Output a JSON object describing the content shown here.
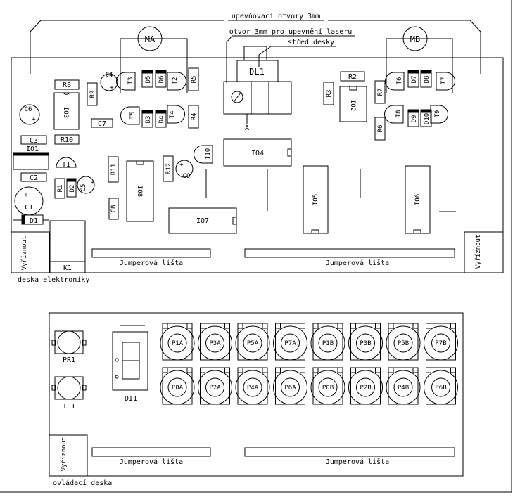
{
  "annotations": {
    "mount_holes": "upevňovací otvory 3mm",
    "laser_hole": "otvor 3mm pro upevnění laseru",
    "board_center": "střed desky",
    "electronics_board": "deska elektroniky",
    "control_board": "ovládací deska"
  },
  "motors": {
    "ma": "MA",
    "mb": "MB"
  },
  "cutout": "Vyříznout",
  "jumper_strip": "Jumperová lišta",
  "electronics": {
    "resistors": [
      "R1",
      "R2",
      "R3",
      "R4",
      "R5",
      "R6",
      "R7",
      "R8",
      "R9",
      "R10",
      "R11",
      "R12"
    ],
    "capacitors": [
      "C1",
      "C2",
      "C3",
      "C4",
      "C5",
      "C6",
      "C7",
      "C8",
      "C9"
    ],
    "diodes": [
      "D1",
      "D2",
      "D3",
      "D4",
      "D5",
      "D6",
      "D7",
      "D8",
      "D9",
      "D10"
    ],
    "transistors": [
      "T1",
      "T2",
      "T3",
      "T4",
      "T5",
      "T6",
      "T7",
      "T8",
      "T9",
      "T10"
    ],
    "ics": [
      "IO1",
      "IO2",
      "IO3",
      "IO4",
      "IO5",
      "IO6",
      "IO7",
      "IO8"
    ],
    "laser_diode": "DL1",
    "laser_anode": "A",
    "relay": "K1"
  },
  "control": {
    "photoresistor": "PR1",
    "button": "TL1",
    "display": "DI1",
    "pots_top": [
      "P1A",
      "P3A",
      "P5A",
      "P7A",
      "P1B",
      "P3B",
      "P5B",
      "P7B"
    ],
    "pots_bottom": [
      "P0A",
      "P2A",
      "P4A",
      "P6A",
      "P0B",
      "P2B",
      "P4B",
      "P6B"
    ]
  }
}
